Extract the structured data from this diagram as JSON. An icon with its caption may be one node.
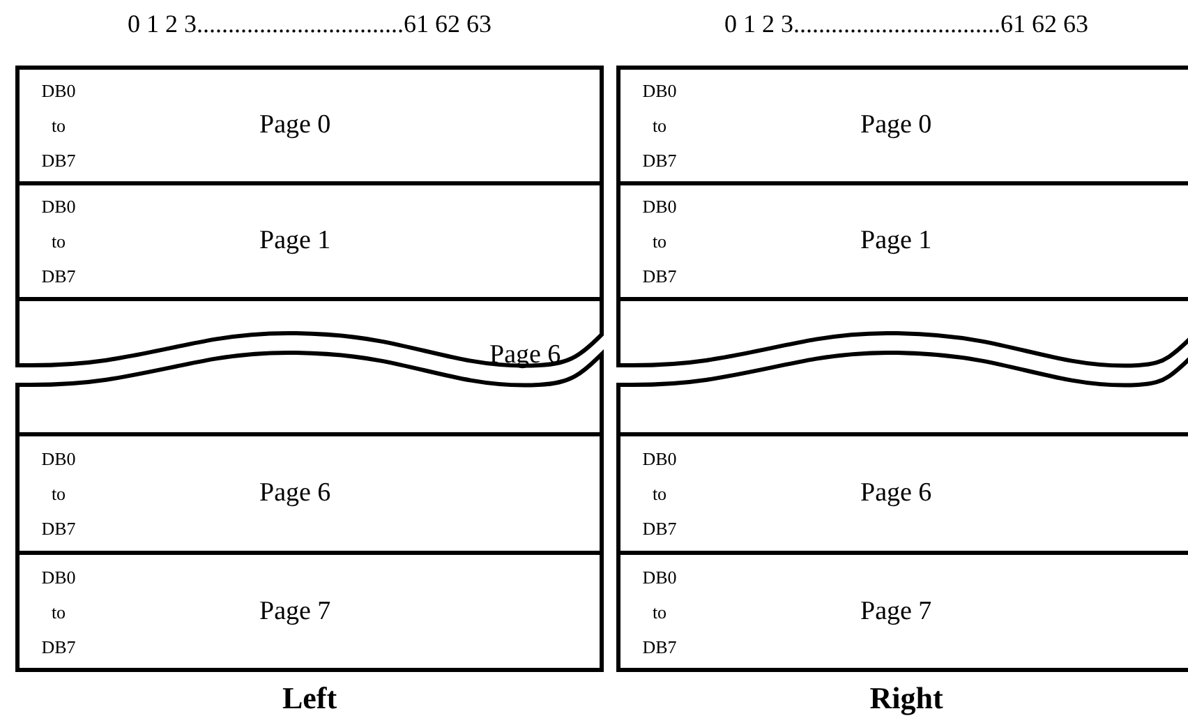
{
  "diagram": {
    "nodes": [
      {
        "text": [
          "0 1 2 3.................................61 62 63",
          "Left"
        ]
      },
      {
        "text": [
          "DB0 to DB7",
          "Page 0"
        ],
        "in": 0
      },
      {
        "text": [
          "DB0 to DB7",
          "Page 1"
        ],
        "in": 0
      },
      {
        "text": [
          "DB0 to DB7",
          "Page 6"
        ],
        "in": 0
      },
      {
        "text": [
          "DB0 to DB7",
          "Page 7"
        ],
        "in": 0
      },
      {
        "text": [
          "0 1 2 3.................................61 62 63",
          "Right"
        ]
      },
      {
        "text": [
          "DB0 to DB7",
          "Page 0"
        ],
        "in": 5
      },
      {
        "text": [
          "DB0 to DB7",
          "Page 1"
        ],
        "in": 5
      },
      {
        "text": [
          "DB0 to DB7",
          "Page 6"
        ],
        "in": 5
      },
      {
        "text": [
          "DB0 to DB7",
          "Page 7"
        ],
        "in": 5
      }
    ],
    "labels": [
      "Page 6"
    ]
  }
}
